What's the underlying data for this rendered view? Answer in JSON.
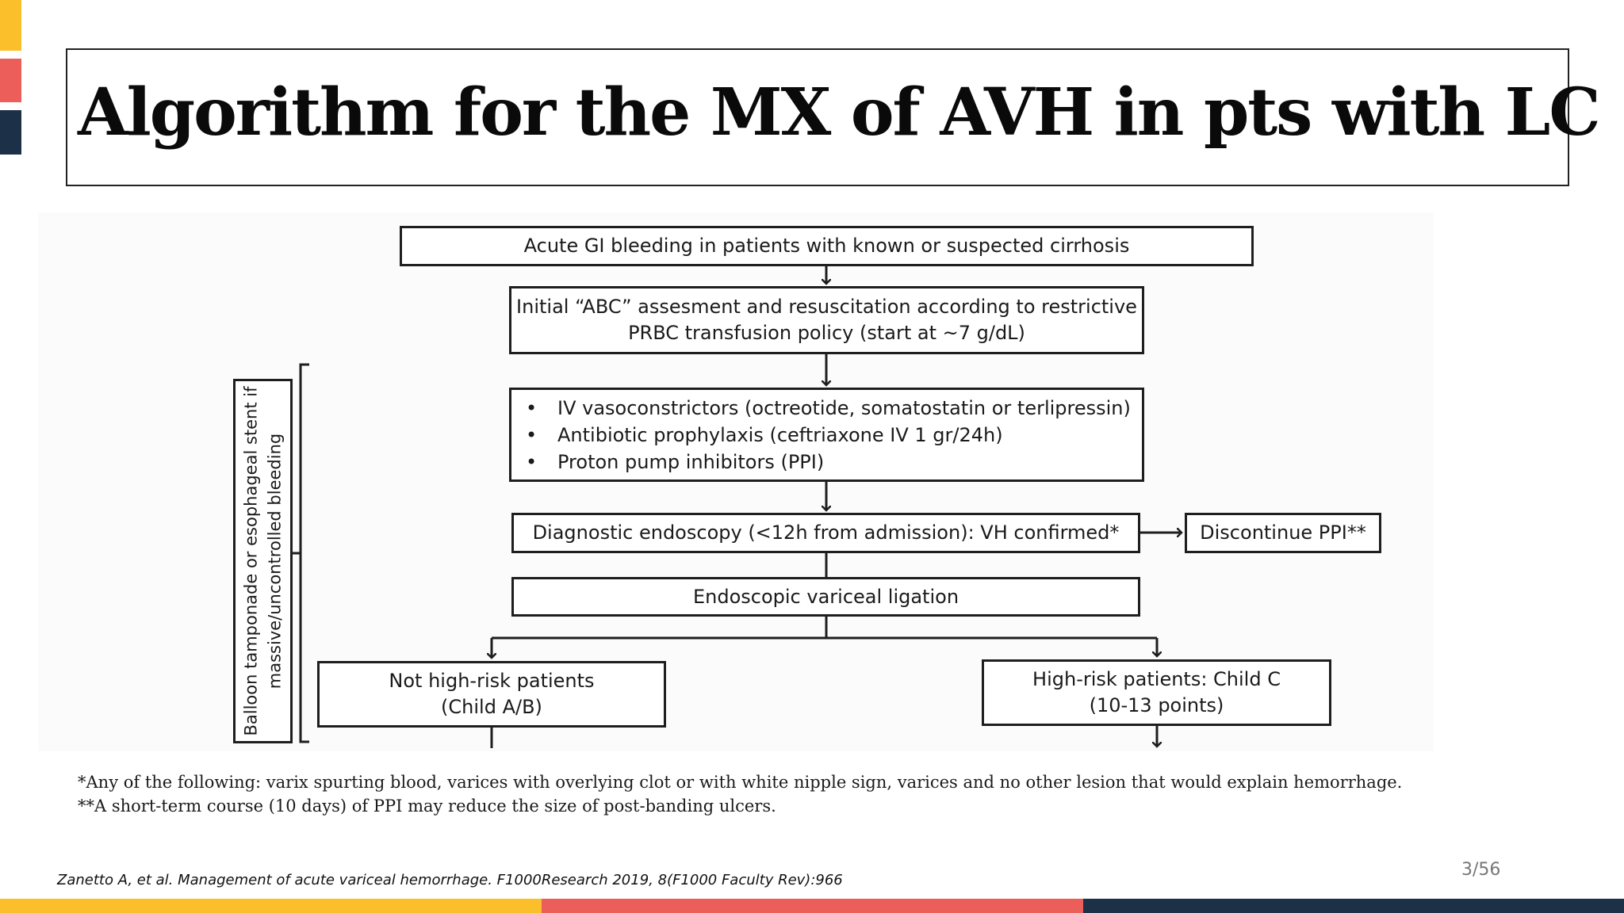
{
  "colors": {
    "accent_yellow": "#fbbf2c",
    "accent_red": "#ec5e5a",
    "accent_navy": "#1c3047",
    "box_border": "#1e1e1e"
  },
  "slide": {
    "title": "Algorithm for the MX of AVH in pts with LC",
    "page_number": "3/56",
    "citation": "Zanetto A, et al. Management of acute variceal hemorrhage. F1000Research 2019, 8(F1000 Faculty Rev):966"
  },
  "flowchart": {
    "start": "Acute GI bleeding in patients with known or suspected cirrhosis",
    "abc_line1": "Initial “ABC” assesment and resuscitation according to restrictive",
    "abc_line2": "PRBC transfusion policy (start at ~7 g/dL)",
    "treatments": [
      "IV vasoconstrictors (octreotide, somatostatin or terlipressin)",
      "Antibiotic prophylaxis (ceftriaxone IV 1 gr/24h)",
      "Proton pump inhibitors (PPI)"
    ],
    "endoscopy": "Diagnostic endoscopy (<12h from admission): VH confirmed*",
    "discontinue": "Discontinue PPI**",
    "ligation": "Endoscopic variceal ligation",
    "not_high_risk_line1": "Not high-risk patients",
    "not_high_risk_line2": "(Child A/B)",
    "high_risk_line1": "High-risk patients: Child C",
    "high_risk_line2": "(10-13 points)",
    "side_line1": "Balloon tamponade or esophageal stent if",
    "side_line2": "massive/uncontrolled bleeding"
  },
  "footnotes": [
    "*Any of the following: varix spurting blood, varices with overlying clot or with white nipple sign, varices and no other lesion that would explain hemorrhage.",
    "**A short-term course (10 days) of PPI may reduce the size of post-banding ulcers."
  ]
}
